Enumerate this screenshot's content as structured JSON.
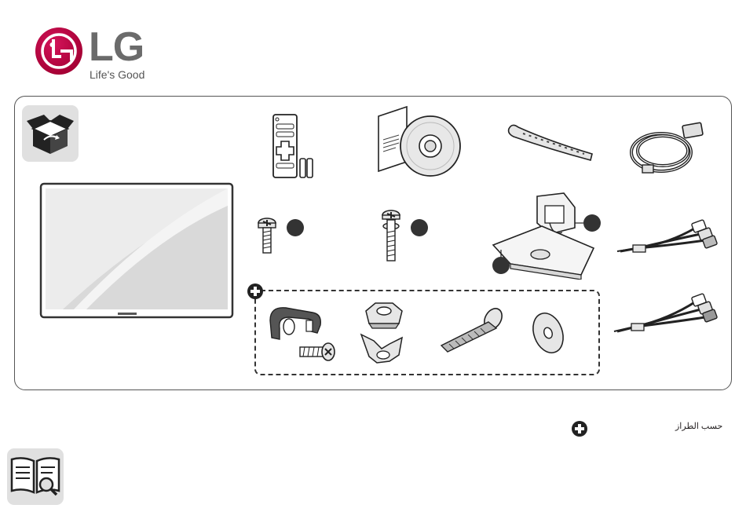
{
  "brand": {
    "name": "LG",
    "slogan": "Life's Good",
    "color": "#a50034"
  },
  "package_contents": {
    "items": [
      {
        "icon": "remote-control-batteries-icon"
      },
      {
        "icon": "manual-cd-icon"
      },
      {
        "icon": "cable-holder-icon"
      },
      {
        "icon": "power-cord-icon"
      },
      {
        "icon": "stand-screw-short-icon"
      },
      {
        "icon": "stand-screw-long-icon"
      },
      {
        "icon": "stand-base-body-icon"
      },
      {
        "icon": "av-cable-icon"
      },
      {
        "icon": "component-cable-icon"
      },
      {
        "icon": "tv-icon"
      }
    ],
    "optional_items": [
      {
        "icon": "cable-clip-screw-icon"
      },
      {
        "icon": "wing-nut-icon"
      },
      {
        "icon": "bolt-icon"
      },
      {
        "icon": "washer-icon"
      }
    ]
  },
  "footer": {
    "note": "حسب الطراز"
  }
}
